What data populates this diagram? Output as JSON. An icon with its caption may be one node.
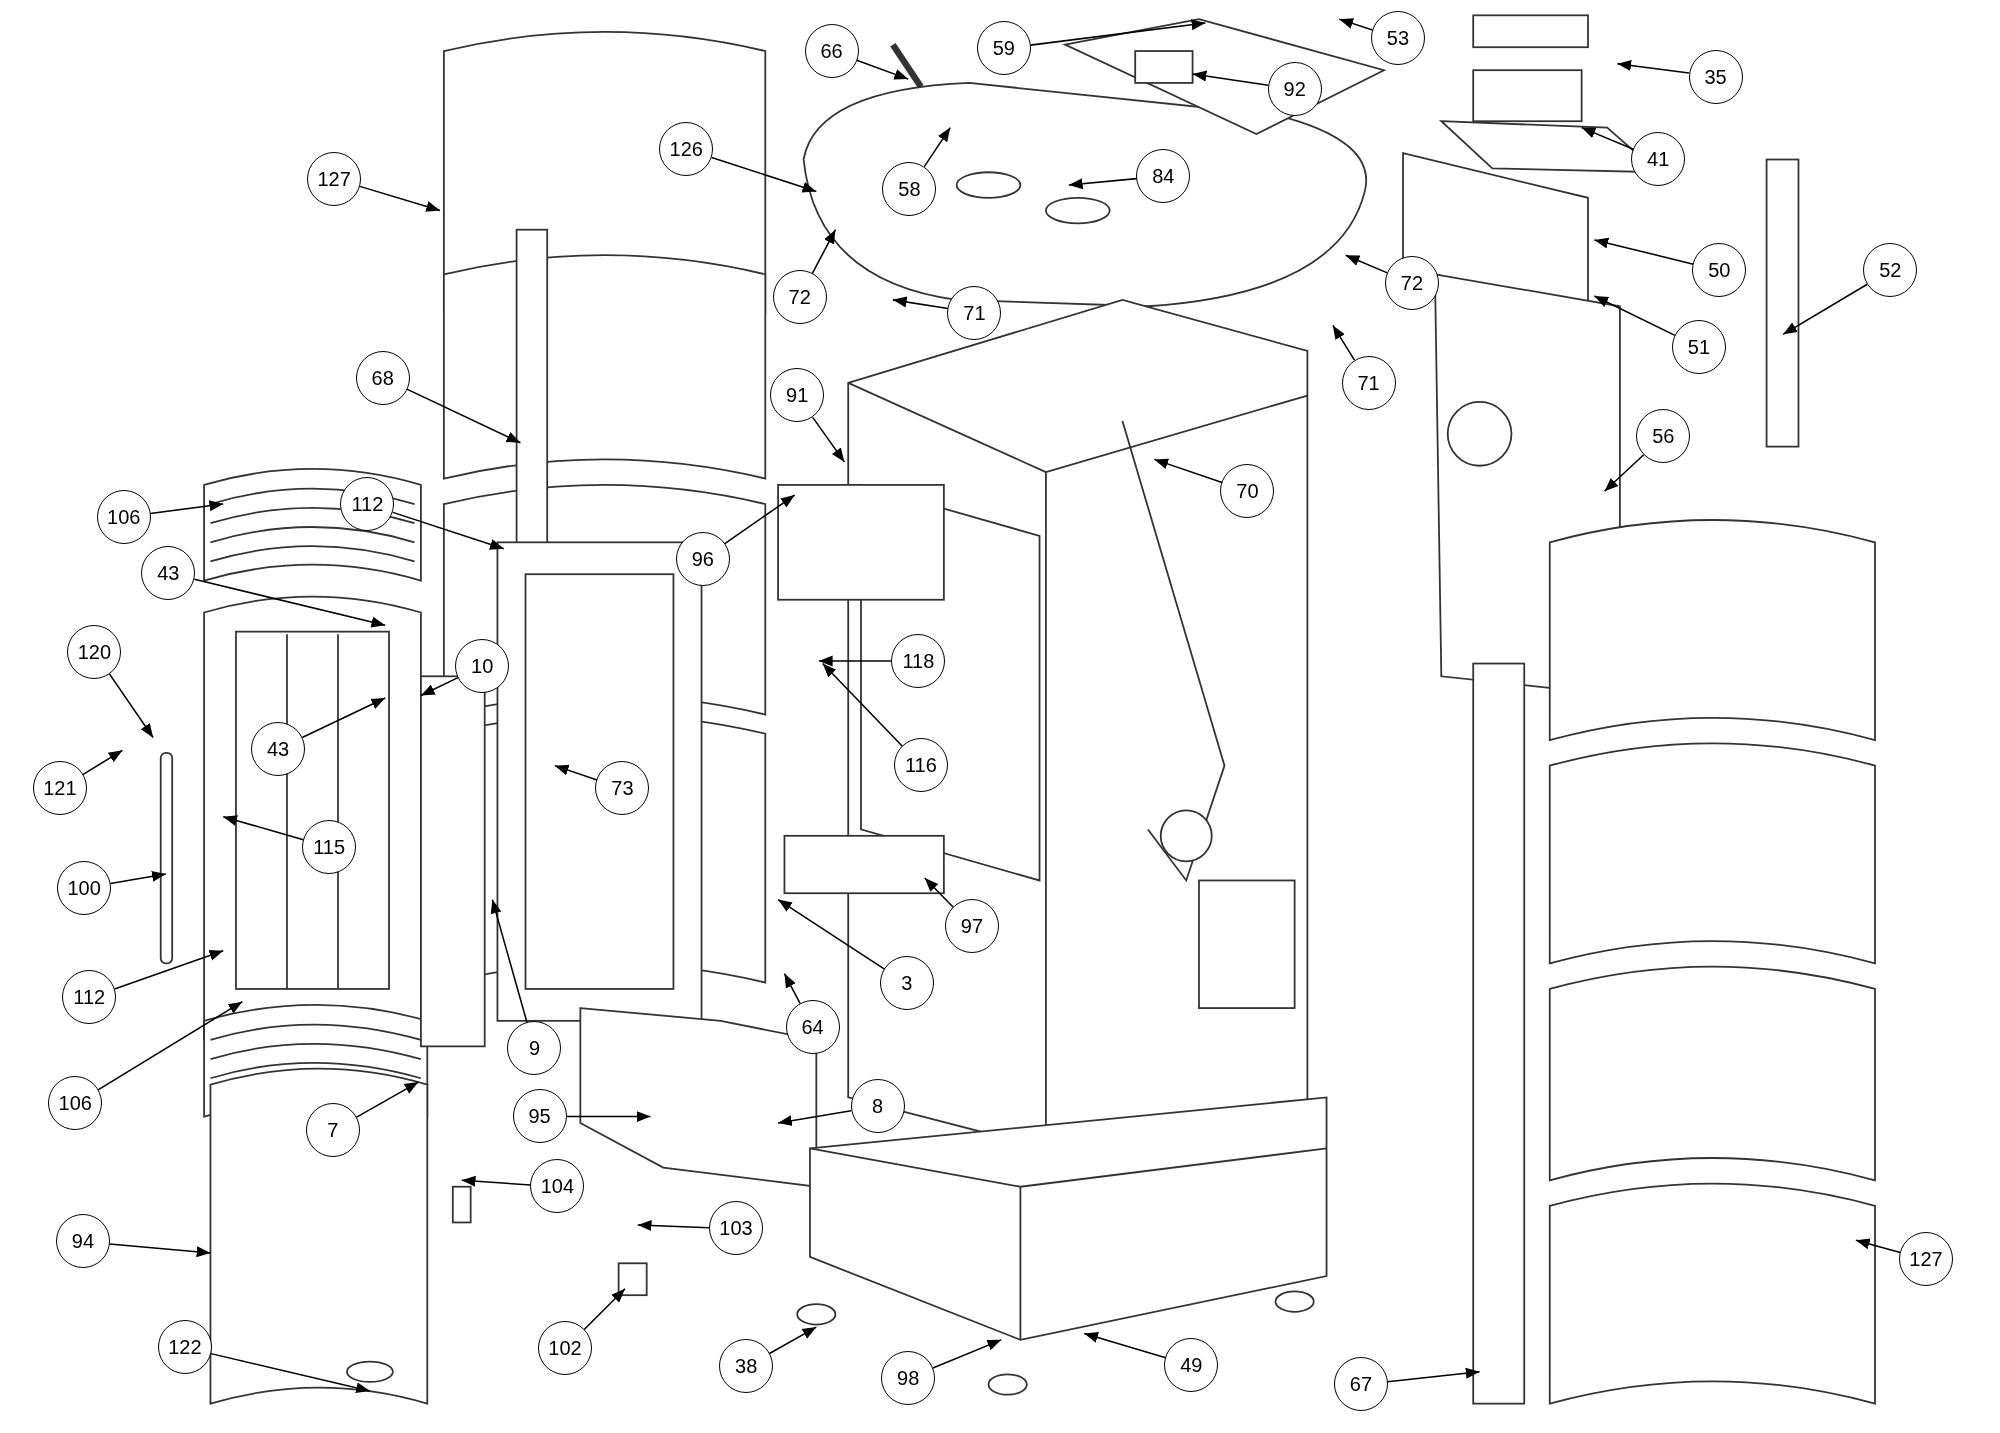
{
  "diagram": {
    "nodes": [
      {
        "text": [
          "66"
        ]
      },
      {
        "text": [
          "59"
        ]
      },
      {
        "text": [
          "53"
        ]
      },
      {
        "text": [
          "35"
        ]
      },
      {
        "text": [
          "126"
        ]
      },
      {
        "text": [
          "58"
        ]
      },
      {
        "text": [
          "84"
        ]
      },
      {
        "text": [
          "92"
        ]
      },
      {
        "text": [
          "41"
        ]
      },
      {
        "text": [
          "127"
        ]
      },
      {
        "text": [
          "50"
        ]
      },
      {
        "text": [
          "52"
        ]
      },
      {
        "text": [
          "72"
        ]
      },
      {
        "text": [
          "71"
        ]
      },
      {
        "text": [
          "72"
        ]
      },
      {
        "text": [
          "51"
        ]
      },
      {
        "text": [
          "71"
        ]
      },
      {
        "text": [
          "68"
        ]
      },
      {
        "text": [
          "91"
        ]
      },
      {
        "text": [
          "56"
        ]
      },
      {
        "text": [
          "70"
        ]
      },
      {
        "text": [
          "106"
        ]
      },
      {
        "text": [
          "112"
        ]
      },
      {
        "text": [
          "96"
        ]
      },
      {
        "text": [
          "43"
        ]
      },
      {
        "text": [
          "10"
        ]
      },
      {
        "text": [
          "120"
        ]
      },
      {
        "text": [
          "118"
        ]
      },
      {
        "text": [
          "43"
        ]
      },
      {
        "text": [
          "73"
        ]
      },
      {
        "text": [
          "121"
        ]
      },
      {
        "text": [
          "115"
        ]
      },
      {
        "text": [
          "116"
        ]
      },
      {
        "text": [
          "100"
        ]
      },
      {
        "text": [
          "97"
        ]
      },
      {
        "text": [
          "3"
        ]
      },
      {
        "text": [
          "112"
        ]
      },
      {
        "text": [
          "64"
        ]
      },
      {
        "text": [
          "9"
        ]
      },
      {
        "text": [
          "8"
        ]
      },
      {
        "text": [
          "106"
        ]
      },
      {
        "text": [
          "95"
        ]
      },
      {
        "text": [
          "7"
        ]
      },
      {
        "text": [
          "104"
        ]
      },
      {
        "text": [
          "103"
        ]
      },
      {
        "text": [
          "94"
        ]
      },
      {
        "text": [
          "127"
        ]
      },
      {
        "text": [
          "102"
        ]
      },
      {
        "text": [
          "122"
        ]
      },
      {
        "text": [
          "38"
        ]
      },
      {
        "text": [
          "98"
        ]
      },
      {
        "text": [
          "49"
        ]
      },
      {
        "text": [
          "67"
        ]
      }
    ],
    "edges": [
      {
        "from": 0,
        "to": null,
        "arrow": "to"
      },
      {
        "from": 1,
        "to": null,
        "arrow": "to"
      },
      {
        "from": 2,
        "to": null,
        "arrow": "to"
      },
      {
        "from": 3,
        "to": null,
        "arrow": "to"
      },
      {
        "from": 4,
        "to": null,
        "arrow": "to"
      },
      {
        "from": 5,
        "to": null,
        "arrow": "to"
      },
      {
        "from": 6,
        "to": null,
        "arrow": "to"
      },
      {
        "from": 7,
        "to": null,
        "arrow": "to"
      },
      {
        "from": 8,
        "to": null,
        "arrow": "to"
      },
      {
        "from": 9,
        "to": null,
        "arrow": "to"
      },
      {
        "from": 10,
        "to": null,
        "arrow": "to"
      },
      {
        "from": 11,
        "to": null,
        "arrow": "to"
      },
      {
        "from": 12,
        "to": null,
        "arrow": "to"
      },
      {
        "from": 13,
        "to": null,
        "arrow": "to"
      },
      {
        "from": 14,
        "to": null,
        "arrow": "to"
      },
      {
        "from": 15,
        "to": null,
        "arrow": "to"
      },
      {
        "from": 16,
        "to": null,
        "arrow": "to"
      },
      {
        "from": 17,
        "to": null,
        "arrow": "to"
      },
      {
        "from": 18,
        "to": null,
        "arrow": "to"
      },
      {
        "from": 19,
        "to": null,
        "arrow": "to"
      },
      {
        "from": 20,
        "to": null,
        "arrow": "to"
      },
      {
        "from": 21,
        "to": null,
        "arrow": "to"
      },
      {
        "from": 22,
        "to": null,
        "arrow": "to"
      },
      {
        "from": 23,
        "to": null,
        "arrow": "to"
      },
      {
        "from": 24,
        "to": null,
        "arrow": "to"
      },
      {
        "from": 25,
        "to": null,
        "arrow": "to"
      },
      {
        "from": 26,
        "to": null,
        "arrow": "to"
      },
      {
        "from": 27,
        "to": null,
        "arrow": "to"
      },
      {
        "from": 28,
        "to": null,
        "arrow": "to"
      },
      {
        "from": 29,
        "to": null,
        "arrow": "to"
      },
      {
        "from": 30,
        "to": null,
        "arrow": "to"
      },
      {
        "from": 31,
        "to": null,
        "arrow": "to"
      },
      {
        "from": 32,
        "to": null,
        "arrow": "to"
      },
      {
        "from": 33,
        "to": null,
        "arrow": "to"
      },
      {
        "from": 34,
        "to": null,
        "arrow": "to"
      },
      {
        "from": 35,
        "to": null,
        "arrow": "to"
      },
      {
        "from": 36,
        "to": null,
        "arrow": "to"
      },
      {
        "from": 37,
        "to": null,
        "arrow": "to"
      },
      {
        "from": 38,
        "to": null,
        "arrow": "to"
      },
      {
        "from": 39,
        "to": null,
        "arrow": "to"
      },
      {
        "from": 40,
        "to": null,
        "arrow": "to"
      },
      {
        "from": 41,
        "to": null,
        "arrow": "to"
      },
      {
        "from": 42,
        "to": null,
        "arrow": "to"
      },
      {
        "from": 43,
        "to": null,
        "arrow": "to"
      },
      {
        "from": 44,
        "to": null,
        "arrow": "to"
      },
      {
        "from": 45,
        "to": null,
        "arrow": "to"
      },
      {
        "from": 46,
        "to": null,
        "arrow": "to"
      },
      {
        "from": 47,
        "to": null,
        "arrow": "to"
      },
      {
        "from": 48,
        "to": null,
        "arrow": "to"
      },
      {
        "from": 49,
        "to": null,
        "arrow": "to"
      },
      {
        "from": 50,
        "to": null,
        "arrow": "to"
      },
      {
        "from": 51,
        "to": null,
        "arrow": "to"
      },
      {
        "from": 52,
        "to": null,
        "arrow": "to"
      }
    ]
  }
}
